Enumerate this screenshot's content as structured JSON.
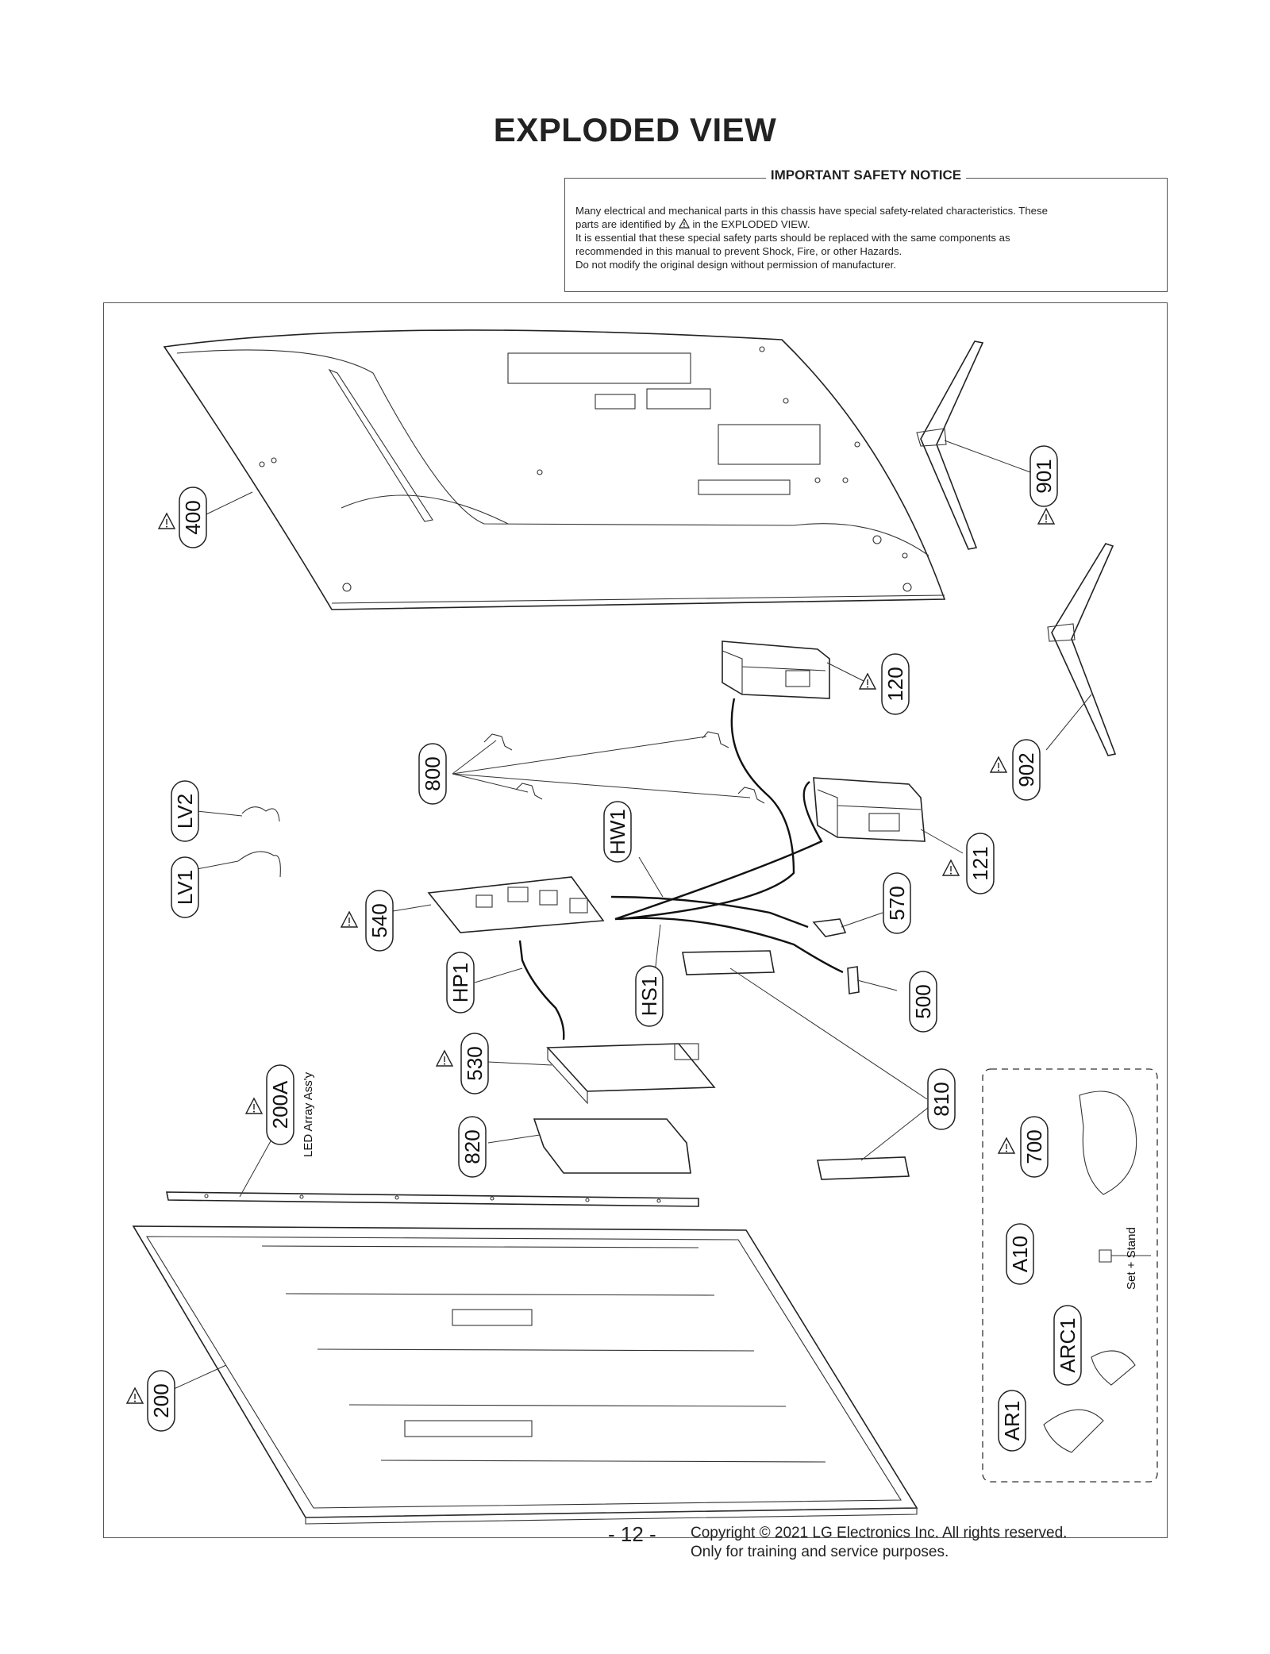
{
  "page": {
    "title": "EXPLODED VIEW",
    "page_number": "- 12 -",
    "copyright_line1": "Copyright © 2021 LG Electronics Inc. All rights reserved.",
    "copyright_line2": "Only for training and service purposes."
  },
  "notice": {
    "heading": "IMPORTANT SAFETY NOTICE",
    "line1": "Many electrical and mechanical parts in this chassis have special safety-related characteristics. These",
    "line2a": "parts are identified by",
    "line2b": "in the EXPLODED VIEW.",
    "line3": "It is essential that these special safety parts should be replaced with the same components as",
    "line4": "recommended in this manual to prevent Shock, Fire, or other Hazards.",
    "line5": "Do not modify the original design without permission of manufacturer."
  },
  "parts": {
    "p400": "400",
    "p901": "901",
    "p120": "120",
    "p902": "902",
    "p800": "800",
    "pLV2": "LV2",
    "pLV1": "LV1",
    "pHW1": "HW1",
    "p121": "121",
    "p540": "540",
    "p570": "570",
    "pHP1": "HP1",
    "pHS1": "HS1",
    "p500": "500",
    "p530": "530",
    "p810": "810",
    "p200A": "200A",
    "p820": "820",
    "p700": "700",
    "pA10": "A10",
    "pARC1": "ARC1",
    "pAR1": "AR1",
    "p200": "200"
  },
  "notes": {
    "led_array": "LED Array Ass'y",
    "set_stand": "Set + Stand"
  },
  "icons": {
    "safety": "warning-triangle-icon"
  }
}
